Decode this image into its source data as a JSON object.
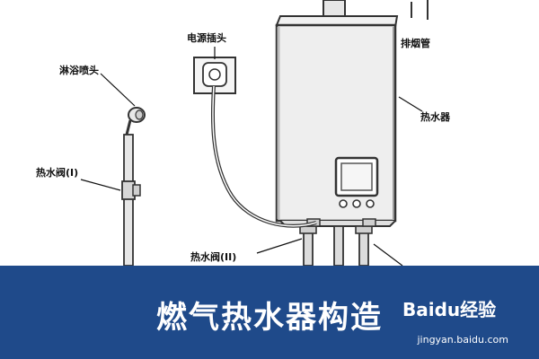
{
  "labels": {
    "power_plug": "电源插头",
    "exhaust_pipe": "排烟管",
    "shower_head": "淋浴喷头",
    "water_heater": "热水器",
    "hot_water_valve_1": "热水阀(I)",
    "hot_water_valve_2": "热水阀(II)"
  },
  "banner": {
    "title": "燃气热水器构造"
  },
  "watermark": {
    "brand": "Baidu经验",
    "url": "jingyan.baidu.com"
  }
}
